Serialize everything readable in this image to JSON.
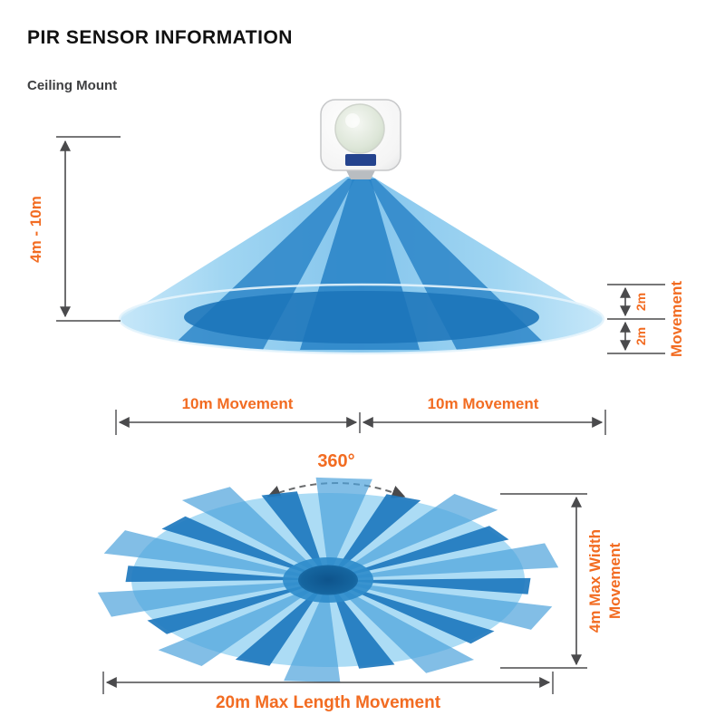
{
  "title": "PIR SENSOR INFORMATION",
  "subtitle": "Ceiling Mount",
  "side_view": {
    "height_label": "4m - 10m",
    "depth_upper_label": "2m",
    "depth_lower_label": "2m",
    "depth_axis_label": "Movement",
    "left_span_label": "10m Movement",
    "right_span_label": "10m Movement"
  },
  "top_view": {
    "rotation_label": "360°",
    "width_label_line1": "4m Max Width",
    "width_label_line2": "Movement",
    "length_label": "20m Max Length Movement"
  },
  "colors": {
    "accent": "#F26C22",
    "dim_line": "#4A4A4C",
    "cone_light": "#8FCBEF",
    "beam_blue": "#2B85C8",
    "inner_ellipse_blue": "#1B74BA",
    "ray_dark": "#1E78BE",
    "ray_light": "#4DA3DC"
  }
}
